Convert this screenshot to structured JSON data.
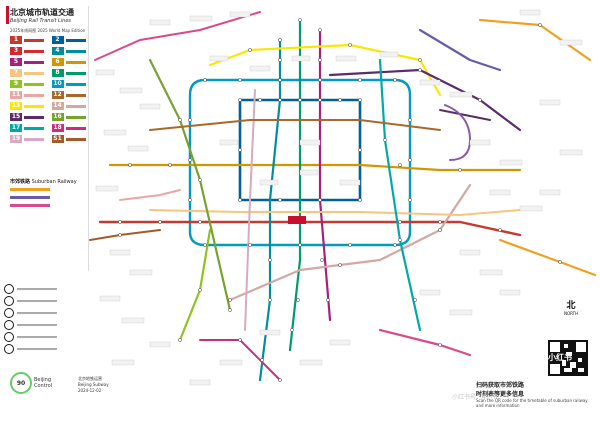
{
  "title": {
    "zh": "北京城市轨道交通",
    "en": "Beijing Rail Transit Lines",
    "edition": "2025年线网图 2025 World Map Edition"
  },
  "lines": [
    {
      "num": "1",
      "color": "#c23a30"
    },
    {
      "num": "2",
      "color": "#006098"
    },
    {
      "num": "3",
      "color": "#d42a2f"
    },
    {
      "num": "4",
      "color": "#008e9c"
    },
    {
      "num": "5",
      "color": "#a6217f"
    },
    {
      "num": "6",
      "color": "#d29700"
    },
    {
      "num": "7",
      "color": "#f6c582"
    },
    {
      "num": "8",
      "color": "#009b6b"
    },
    {
      "num": "9",
      "color": "#8fc31f"
    },
    {
      "num": "10",
      "color": "#009bc0"
    },
    {
      "num": "11",
      "color": "#e9a7a3"
    },
    {
      "num": "12",
      "color": "#a6692b"
    },
    {
      "num": "13",
      "color": "#f9e700"
    },
    {
      "num": "14",
      "color": "#d5a7a1"
    },
    {
      "num": "15",
      "color": "#5b2c68"
    },
    {
      "num": "16",
      "color": "#76a32e"
    },
    {
      "num": "17",
      "color": "#00a9a9"
    },
    {
      "num": "18",
      "color": "#cc2d7a"
    },
    {
      "num": "19",
      "color": "#d6abc1"
    },
    {
      "num": "S1",
      "color": "#a45a2a"
    }
  ],
  "suburban": {
    "zh": "市郊铁路",
    "en": "Suburban Railway",
    "bars": [
      "#f0a020",
      "#6a5aa8",
      "#d84a8a"
    ]
  },
  "key_symbols": [
    "#1a1a1a",
    "#1a1a1a",
    "#1a1a1a",
    "#1a1a1a",
    "#1a1a1a",
    "#1a1a1a"
  ],
  "logo": {
    "mark": "90",
    "text_top": "Beijing",
    "text_bottom": "Control"
  },
  "date_block": {
    "line1": "北京地铁运营",
    "line2": "Beijing Subway",
    "line3": "2024-12-02"
  },
  "north": {
    "zh": "北",
    "en": "NORTH"
  },
  "scan": {
    "zh": "扫码获取市郊铁路",
    "zh2": "时刻表等更多信息",
    "en": "Scan the QR code for the timetable of suburban railway and more information"
  },
  "watermark": "小红书号：4176...",
  "qr_label": "小红书",
  "colors": {
    "ring": "#006098",
    "background": "#ffffff"
  }
}
